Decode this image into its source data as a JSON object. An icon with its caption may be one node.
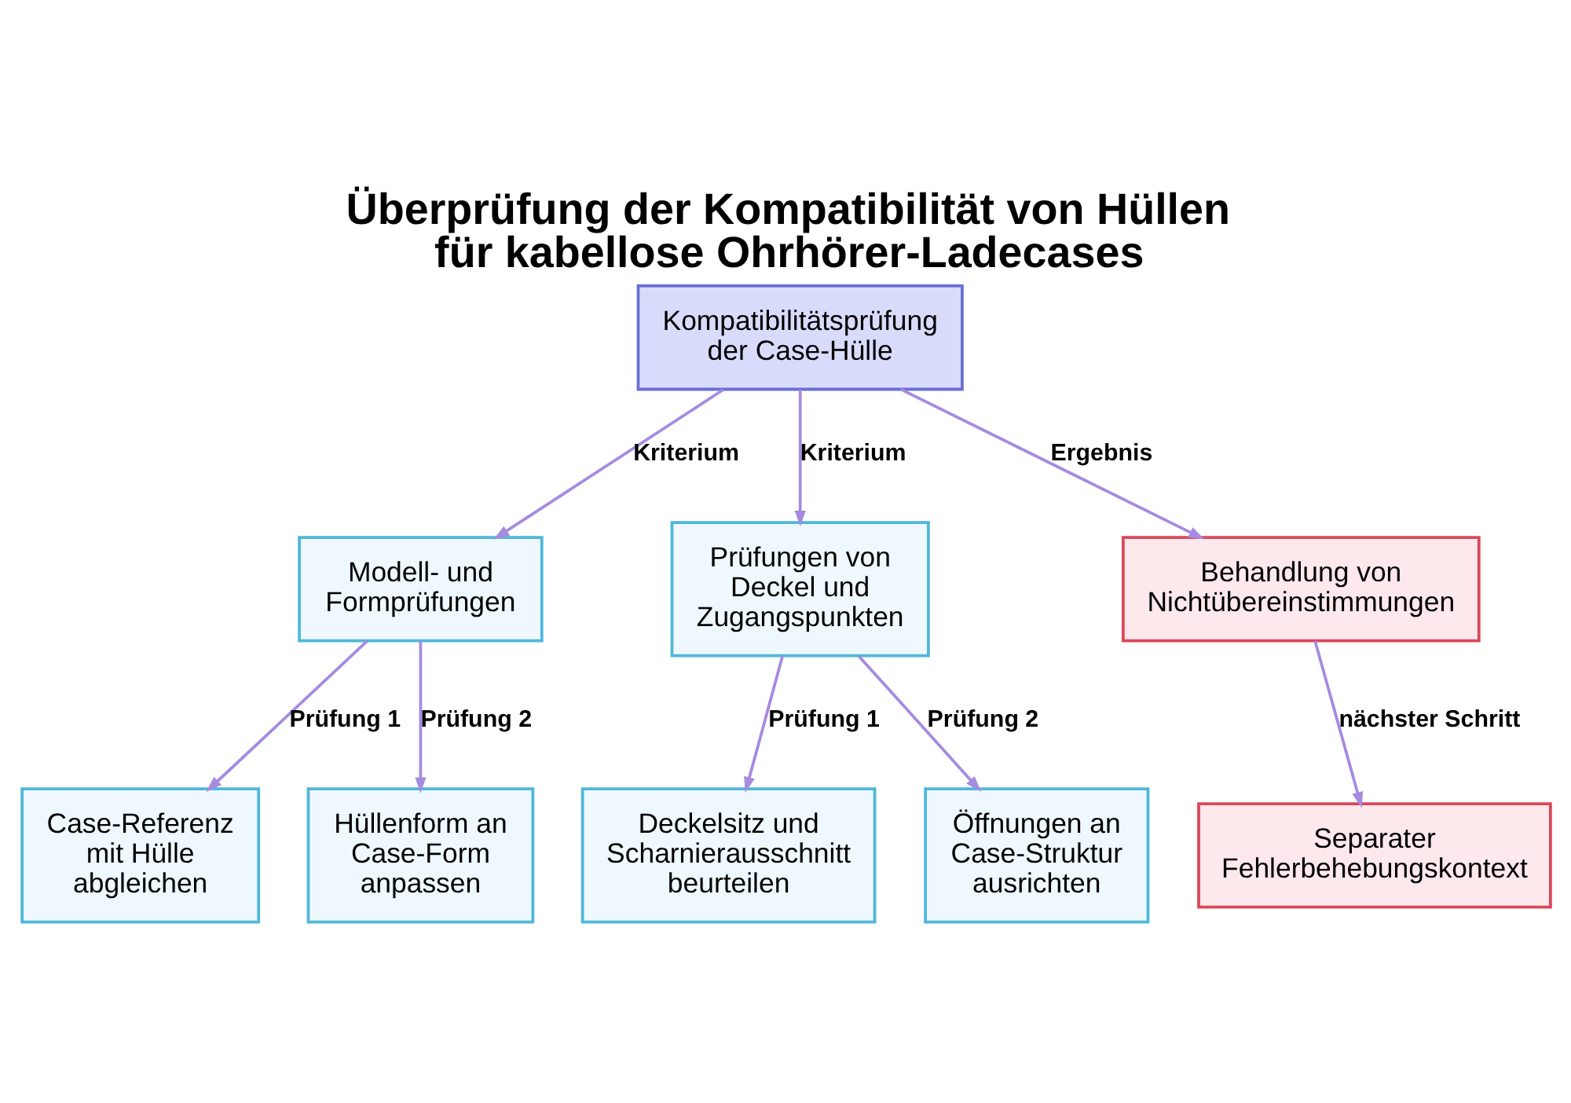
{
  "diagram": {
    "title": "Überprüfung der Kompatibilität von Hüllen für kabellose Ohrhörer-Ladecases",
    "nodes": [
      {
        "text": [
          "Kompatibilitätsprüfung der Case-Hülle"
        ]
      },
      {
        "text": [
          "Modell- und Formprüfungen"
        ]
      },
      {
        "text": [
          "Prüfungen von Deckel und Zugangspunkten"
        ]
      },
      {
        "text": [
          "Behandlung von Nichtübereinstimmungen"
        ]
      },
      {
        "text": [
          "Case-Referenz mit Hülle abgleichen"
        ]
      },
      {
        "text": [
          "Hüllenform an Case-Form anpassen"
        ]
      },
      {
        "text": [
          "Deckelsitz und Scharnierausschnitt beurteilen"
        ]
      },
      {
        "text": [
          "Öffnungen an Case-Struktur ausrichten"
        ]
      },
      {
        "text": [
          "Separater Fehlerbehebungskontext"
        ]
      }
    ],
    "edges": [
      {
        "from": 0,
        "to": 1,
        "arrow": "to",
        "label": "Kriterium"
      },
      {
        "from": 0,
        "to": 2,
        "arrow": "to",
        "label": "Kriterium"
      },
      {
        "from": 0,
        "to": 3,
        "arrow": "to",
        "label": "Ergebnis"
      },
      {
        "from": 1,
        "to": 4,
        "arrow": "to",
        "label": "Prüfung 1"
      },
      {
        "from": 1,
        "to": 5,
        "arrow": "to",
        "label": "Prüfung 2"
      },
      {
        "from": 2,
        "to": 6,
        "arrow": "to",
        "label": "Prüfung 1"
      },
      {
        "from": 2,
        "to": 7,
        "arrow": "to",
        "label": "Prüfung 2"
      },
      {
        "from": 3,
        "to": 8,
        "arrow": "to",
        "label": "nächster Schritt"
      }
    ]
  }
}
